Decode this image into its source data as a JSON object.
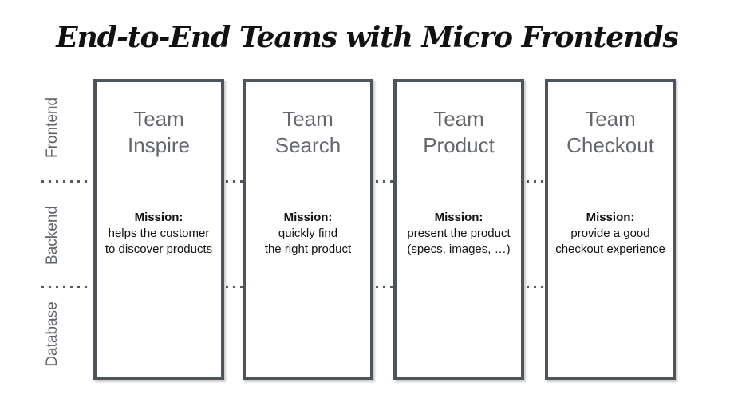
{
  "title": {
    "prefix": "End-to-End Teams with ",
    "emphasis": "Micro Frontends"
  },
  "layers": [
    {
      "label": "Frontend"
    },
    {
      "label": "Backend"
    },
    {
      "label": "Database"
    }
  ],
  "teams": [
    {
      "name_line1": "Team",
      "name_line2": "Inspire",
      "mission_label": "Mission:",
      "mission": [
        "helps the customer",
        "to discover products"
      ]
    },
    {
      "name_line1": "Team",
      "name_line2": "Search",
      "mission_label": "Mission:",
      "mission": [
        "quickly find",
        "the right product"
      ]
    },
    {
      "name_line1": "Team",
      "name_line2": "Product",
      "mission_label": "Mission:",
      "mission": [
        "present the product",
        "(specs, images, …)"
      ]
    },
    {
      "name_line1": "Team",
      "name_line2": "Checkout",
      "mission_label": "Mission:",
      "mission": [
        "provide a good",
        "checkout experience"
      ]
    }
  ],
  "colors": {
    "background": "#ffffff",
    "box_border": "#4e545c",
    "team_name": "#64686d",
    "layer_label": "#5f646a",
    "body_text": "#111111",
    "dots": "#53575e"
  }
}
